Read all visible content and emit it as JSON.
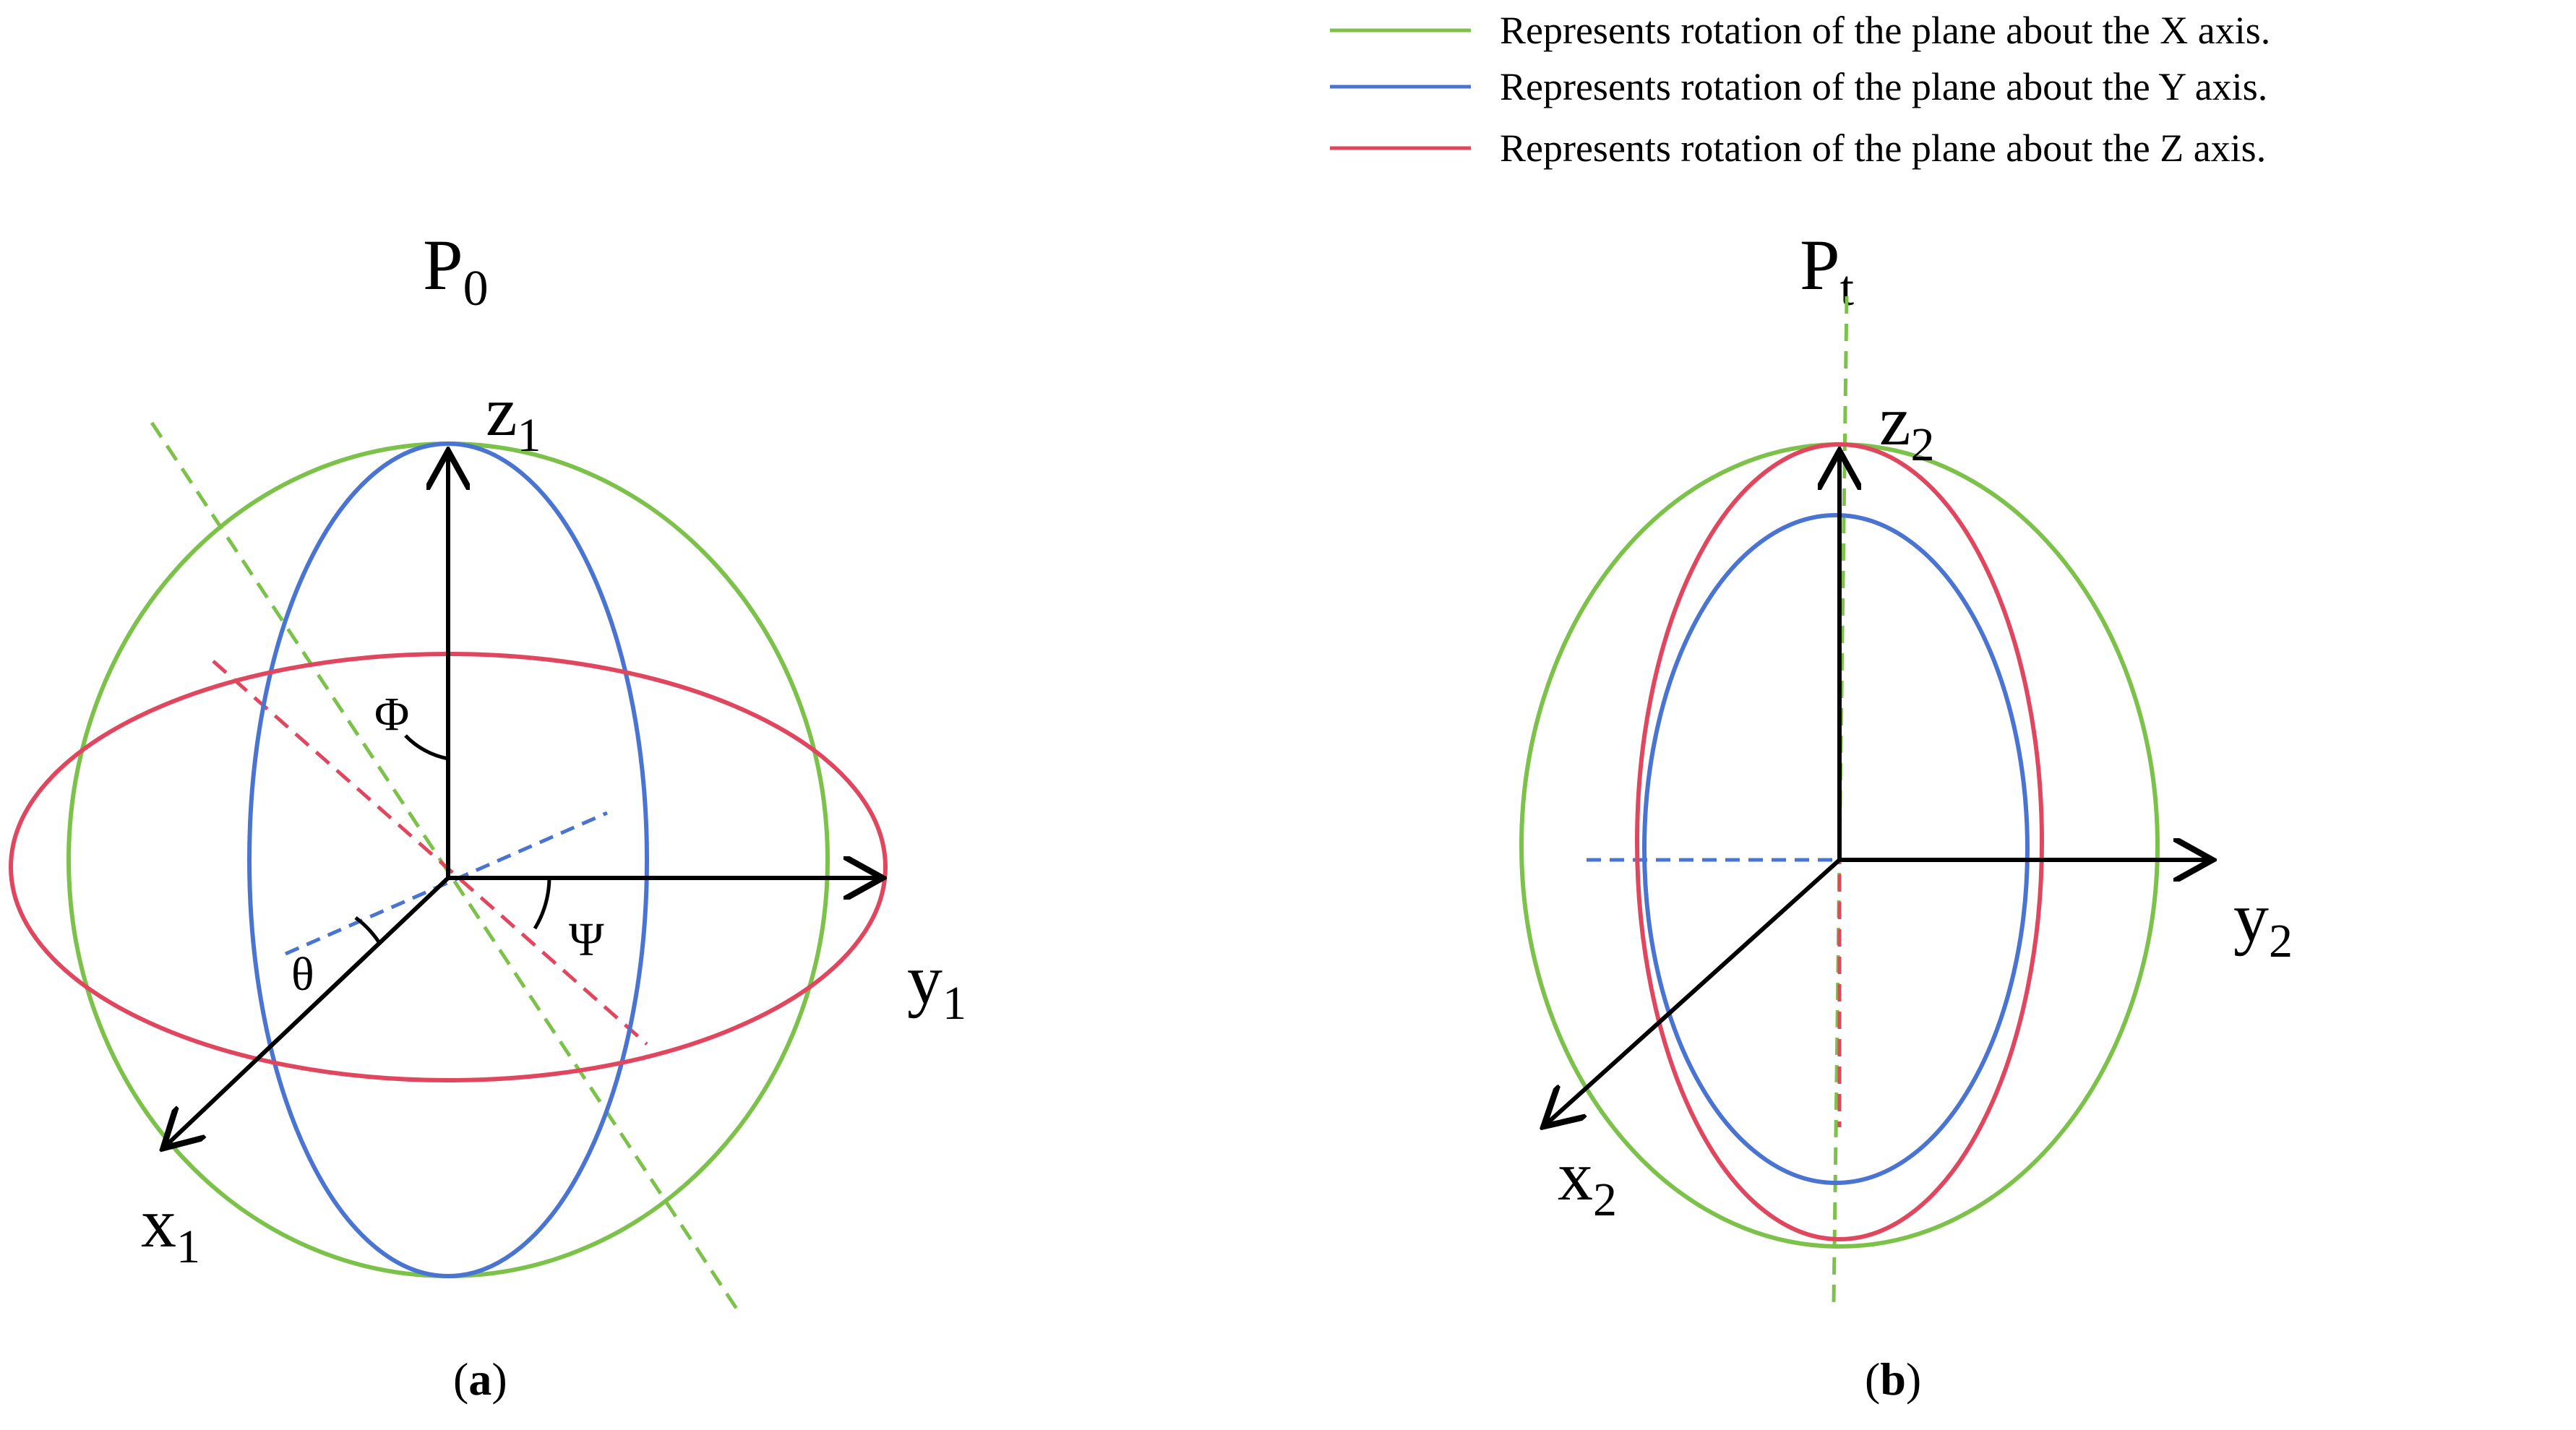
{
  "colors": {
    "x_rotation": "#7cc24a",
    "y_rotation": "#4a74d1",
    "z_rotation": "#e0475f",
    "axis": "#000000"
  },
  "legend": [
    {
      "key": "x",
      "label": "Represents rotation of the plane about the X axis."
    },
    {
      "key": "y",
      "label": "Represents rotation of the plane about the Y axis."
    },
    {
      "key": "z",
      "label": "Represents rotation of the plane about the Z axis."
    }
  ],
  "panel_a": {
    "title_main": "P",
    "title_sub": "0",
    "axis_z_main": "z",
    "axis_z_sub": "1",
    "axis_y_main": "y",
    "axis_y_sub": "1",
    "axis_x_main": "x",
    "axis_x_sub": "1",
    "angle_phi": "Φ",
    "angle_psi": "Ψ",
    "angle_theta": "θ",
    "caption_open": "(",
    "caption_letter": "a",
    "caption_close": ")"
  },
  "panel_b": {
    "title_main": "P",
    "title_sub": "t",
    "axis_z_main": "z",
    "axis_z_sub": "2",
    "axis_y_main": "y",
    "axis_y_sub": "2",
    "axis_x_main": "x",
    "axis_x_sub": "2",
    "caption_open": "(",
    "caption_letter": "b",
    "caption_close": ")"
  }
}
